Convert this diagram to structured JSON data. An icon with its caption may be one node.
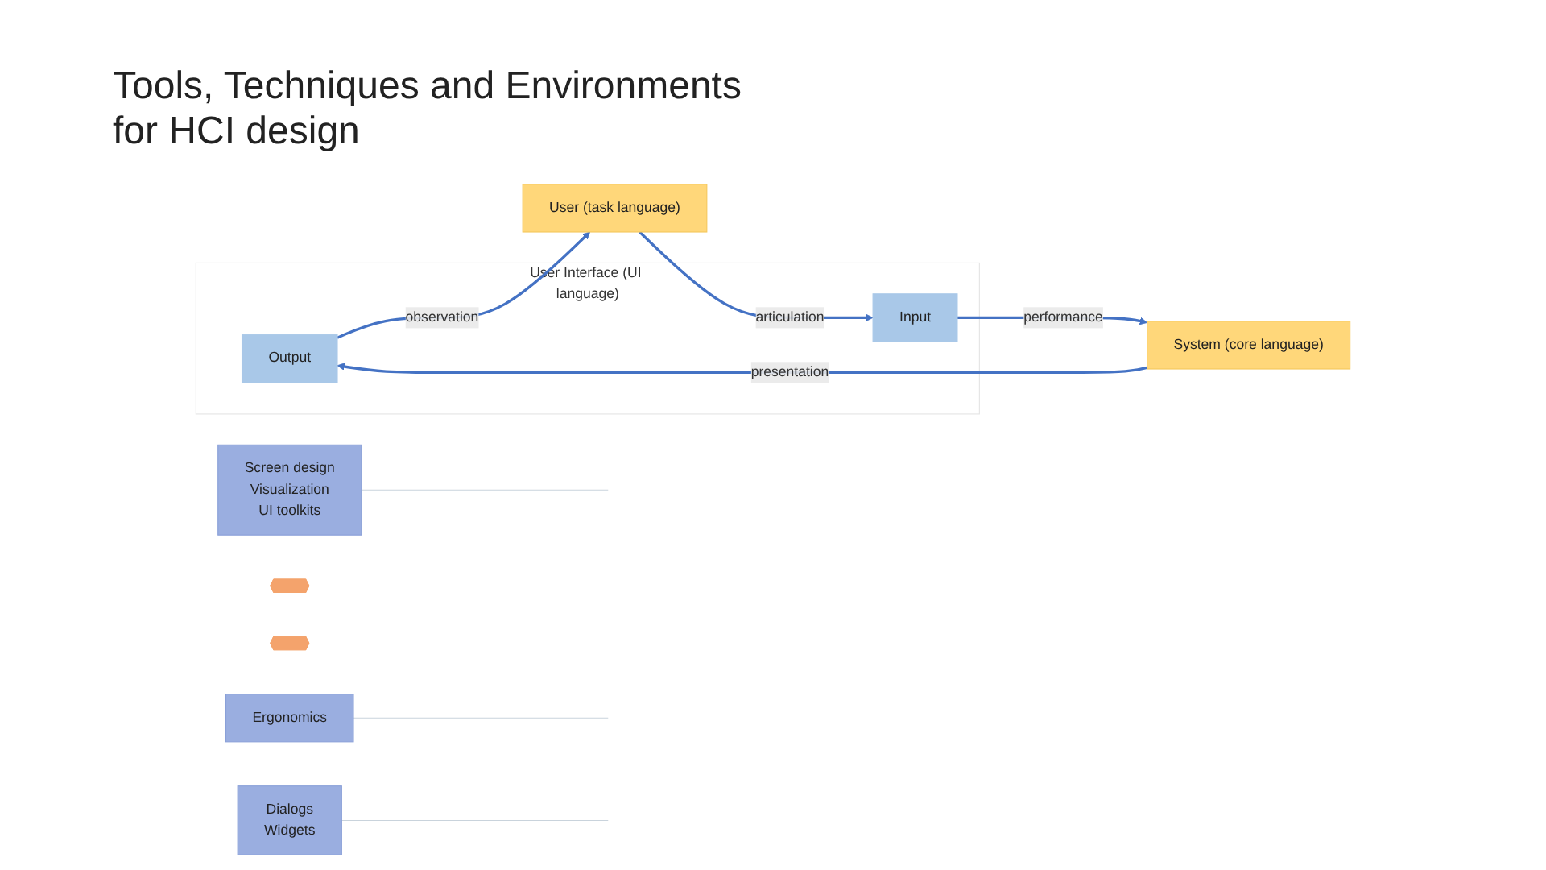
{
  "diagram": {
    "title": "Tools, Techniques and Environments for HCI design",
    "nodes": [
      {
        "text": [
          "User Interface (UI language)"
        ]
      },
      {
        "text": [
          "Output"
        ],
        "in": 0
      },
      {
        "text": [
          "Input"
        ],
        "in": 0
      },
      {
        "text": [
          "User (task language)"
        ]
      },
      {
        "text": [
          "System (core language)"
        ]
      },
      {
        "text": [
          "Screen design",
          "Visualization",
          "UI toolkits"
        ]
      },
      {
        "text": [
          "Ergonomics"
        ]
      },
      {
        "text": [
          "Dialogs",
          "Widgets"
        ]
      },
      {
        "text": [],
        "shape": "arrow"
      },
      {
        "text": [],
        "shape": "arrow"
      }
    ],
    "edges": [
      {
        "from": 3,
        "to": 2,
        "arrow": "to",
        "label": "articulation"
      },
      {
        "from": 2,
        "to": 4,
        "arrow": "to",
        "label": "performance"
      },
      {
        "from": 4,
        "to": 1,
        "arrow": "to",
        "label": "presentation"
      },
      {
        "from": 1,
        "to": 3,
        "arrow": "to",
        "label": "observation"
      },
      {
        "from": 5,
        "to": null,
        "arrow": "none",
        "color": "#c9d3dc"
      },
      {
        "from": 6,
        "to": null,
        "arrow": "none",
        "color": "#c9d3dc"
      },
      {
        "from": 7,
        "to": null,
        "arrow": "none",
        "color": "#c9d3dc"
      }
    ]
  }
}
